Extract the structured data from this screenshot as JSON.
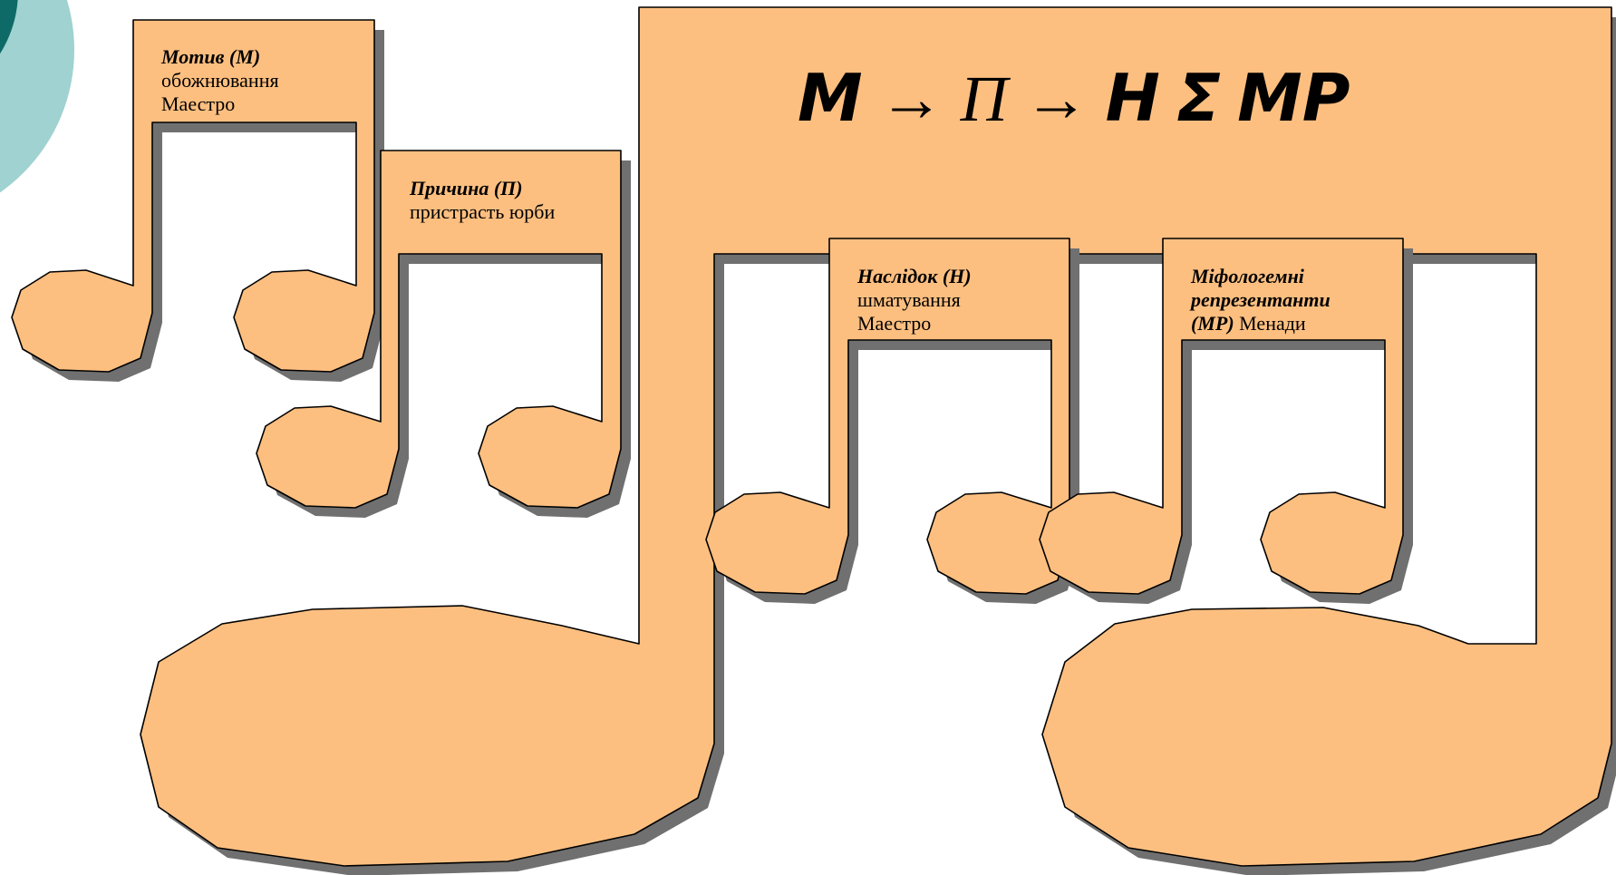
{
  "colors": {
    "note_fill": "#FDBF80",
    "note_stroke": "#000000",
    "shadow": "#707070",
    "corner_arc_outer": "#9FD2D0",
    "corner_arc_inner": "#0E6A66"
  },
  "formula": {
    "m": "M",
    "arrow1": "→",
    "p": "П",
    "arrow2": "→",
    "h": "H",
    "sigma": "Σ",
    "mp": "MP"
  },
  "labels": {
    "motive": {
      "name": "Мотив (М)",
      "desc": "обожнювання Маестро"
    },
    "cause": {
      "name": "Причина (П)",
      "desc": "пристрасть юрби"
    },
    "consequence": {
      "name": "Наслідок (Н)",
      "desc": "шматування Маестро"
    },
    "mythologem": {
      "name": "Міфологемні репрезентанти (МР)",
      "desc": "Менади"
    }
  }
}
